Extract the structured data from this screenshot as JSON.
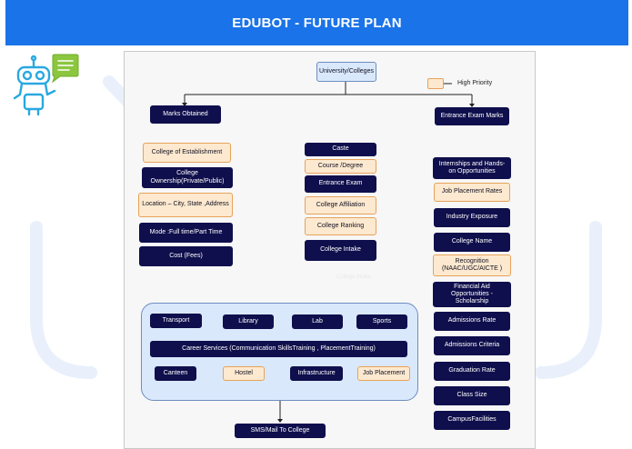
{
  "header": {
    "title": "EDUBOT  - FUTURE PLAN"
  },
  "legend": {
    "label": "High Priority"
  },
  "root": "University/Colleges",
  "marks_obtained": "Marks Obtained",
  "entrance_marks": "Entrance Exam Marks",
  "left_column": [
    "College of Establishment",
    "College Ownership(Private/Public)",
    "Location – City, State ,Address",
    "Mode :Full time/Part Time",
    "Cost (Fees)"
  ],
  "middle_column": [
    "Caste",
    "Course /Degree",
    "Entrance Exam",
    "College Affiliation",
    "College Ranking",
    "College Intake"
  ],
  "right_column": [
    "Internships and Hands-on Opportunities",
    "Job Placement Rates",
    "Industry Exposure",
    "College Name",
    "Recognition (NAAC/UGC/AICTE )",
    "Financial Aid Opportunities - Scholarship",
    "Admissions Rate",
    "Admissions Criteria",
    "Graduation Rate",
    "Class Size",
    "CampusFacilities"
  ],
  "services": {
    "row1": [
      "Transport",
      "Library",
      "Lab",
      "Sports"
    ],
    "career": "Career Services (Communication SkillsTraining , PlacementTraining)",
    "row3": [
      "Canteen",
      "Hostel",
      "Infrastructure",
      "Job Placement"
    ]
  },
  "sms": "SMS/Mail To College",
  "caption": "College Intake",
  "colors": {
    "dark": "#0f0f4d",
    "priority": "#fde9cf",
    "header": "#1a73e8",
    "services": "#dae8fc"
  }
}
